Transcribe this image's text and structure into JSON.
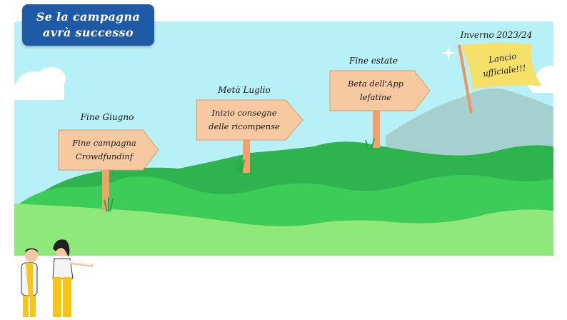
{
  "title": {
    "line1": "Se la campagna",
    "line2": "avrà successo"
  },
  "milestones": [
    {
      "date": "Fine Giugno",
      "sign_line1": "Fine campagna",
      "sign_line2": "Crowdfundinf"
    },
    {
      "date": "Metà Luglio",
      "sign_line1": "Inizio consegne",
      "sign_line2": "delle ricompense"
    },
    {
      "date": "Fine estate",
      "sign_line1": "Beta dell'App",
      "sign_line2": "lefatine"
    },
    {
      "date": "Inverno 2023/24",
      "sign_line1": "Lancio",
      "sign_line2": "ufficiale!!!"
    }
  ],
  "colors": {
    "sky": "#b8f0f7",
    "hill_dark": "#2fb34e",
    "hill_light": "#8fe87a",
    "sign_wood": "#f7c9a0",
    "flag_yellow": "#f5e06a",
    "title_blue": "#1e5aa6"
  }
}
